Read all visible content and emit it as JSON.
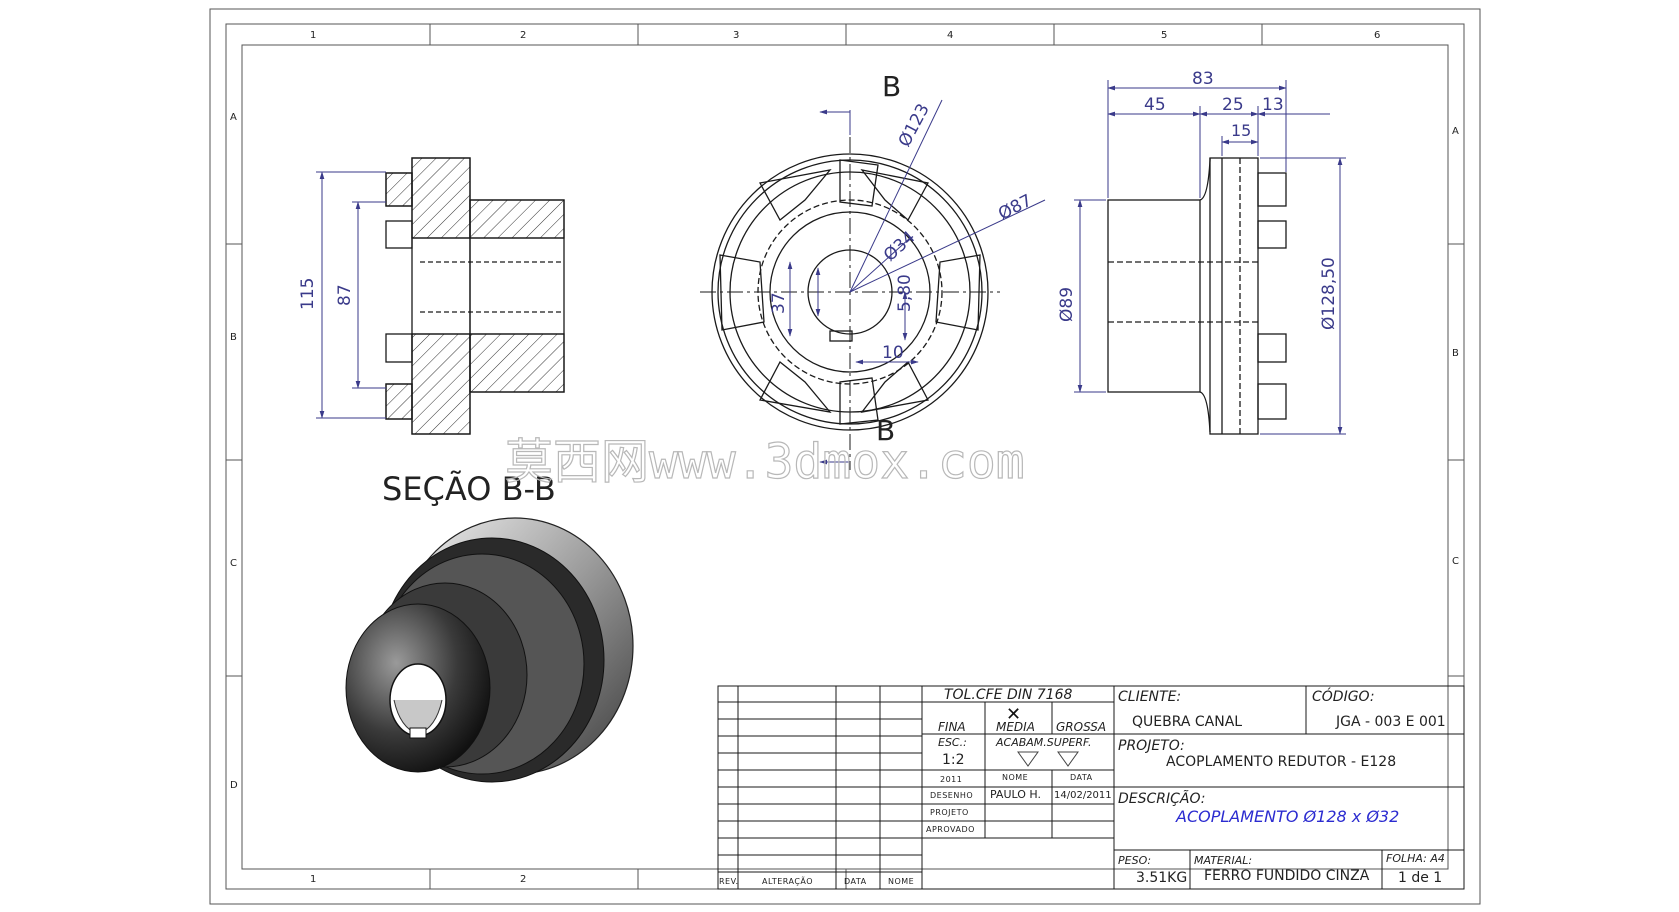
{
  "zones": {
    "columns": [
      "1",
      "2",
      "3",
      "4",
      "5",
      "6"
    ],
    "rows": [
      "A",
      "B",
      "C",
      "D"
    ]
  },
  "section_view": {
    "title": "SEÇÃO B-B",
    "dim_115": "115",
    "dim_87": "87"
  },
  "front_view": {
    "section_marker": "B",
    "dia_123": "Ø123",
    "dia_87": "Ø87",
    "dia_34": "Ø34",
    "dim_37": "37",
    "dim_5_80": "5,80",
    "dim_10": "10"
  },
  "side_view": {
    "dim_83": "83",
    "dim_45": "45",
    "dim_25": "25",
    "dim_13": "13",
    "dim_15": "15",
    "dia_89": "Ø89",
    "dia_128_50": "Ø128,50"
  },
  "watermark": "莫西网www.3dmox.com",
  "title_block": {
    "tolerance": "TOL.CFE DIN 7168",
    "fina": "FINA",
    "media": "MEDIA",
    "grossa": "GROSSA",
    "esc_label": "ESC.:",
    "esc_value": "1:2",
    "acabam": "ACABAM.SUPERF.",
    "year": "2011",
    "nome": "NOME",
    "data": "DATA",
    "desenho": "DESENHO",
    "projeto_row": "PROJETO",
    "aprovado": "APROVADO",
    "drawn_by": "PAULO H.",
    "drawn_date": "14/02/2011",
    "rev": "REV.",
    "alteracao": "ALTERAÇÃO",
    "data_col": "DATA",
    "nome_col": "NOME",
    "cliente_label": "CLIENTE:",
    "cliente_value": "QUEBRA CANAL",
    "codigo_label": "CÓDIGO:",
    "codigo_value": "JGA - 003 E 001",
    "projeto_label": "PROJETO:",
    "projeto_value": "ACOPLAMENTO REDUTOR - E128",
    "descricao_label": "DESCRIÇÃO:",
    "descricao_value": "ACOPLAMENTO Ø128 x Ø32",
    "peso_label": "PESO:",
    "peso_value": "3.51KG",
    "material_label": "MATERIAL:",
    "material_value": "FERRO FUNDIDO CINZA",
    "folha_label": "FOLHA: A4",
    "folha_value": "1 de 1"
  },
  "colors": {
    "line": "#1a1a1a",
    "dimension": "#3a3a8a",
    "description": "#2b2bd0",
    "watermark": "#b8b8b8"
  }
}
